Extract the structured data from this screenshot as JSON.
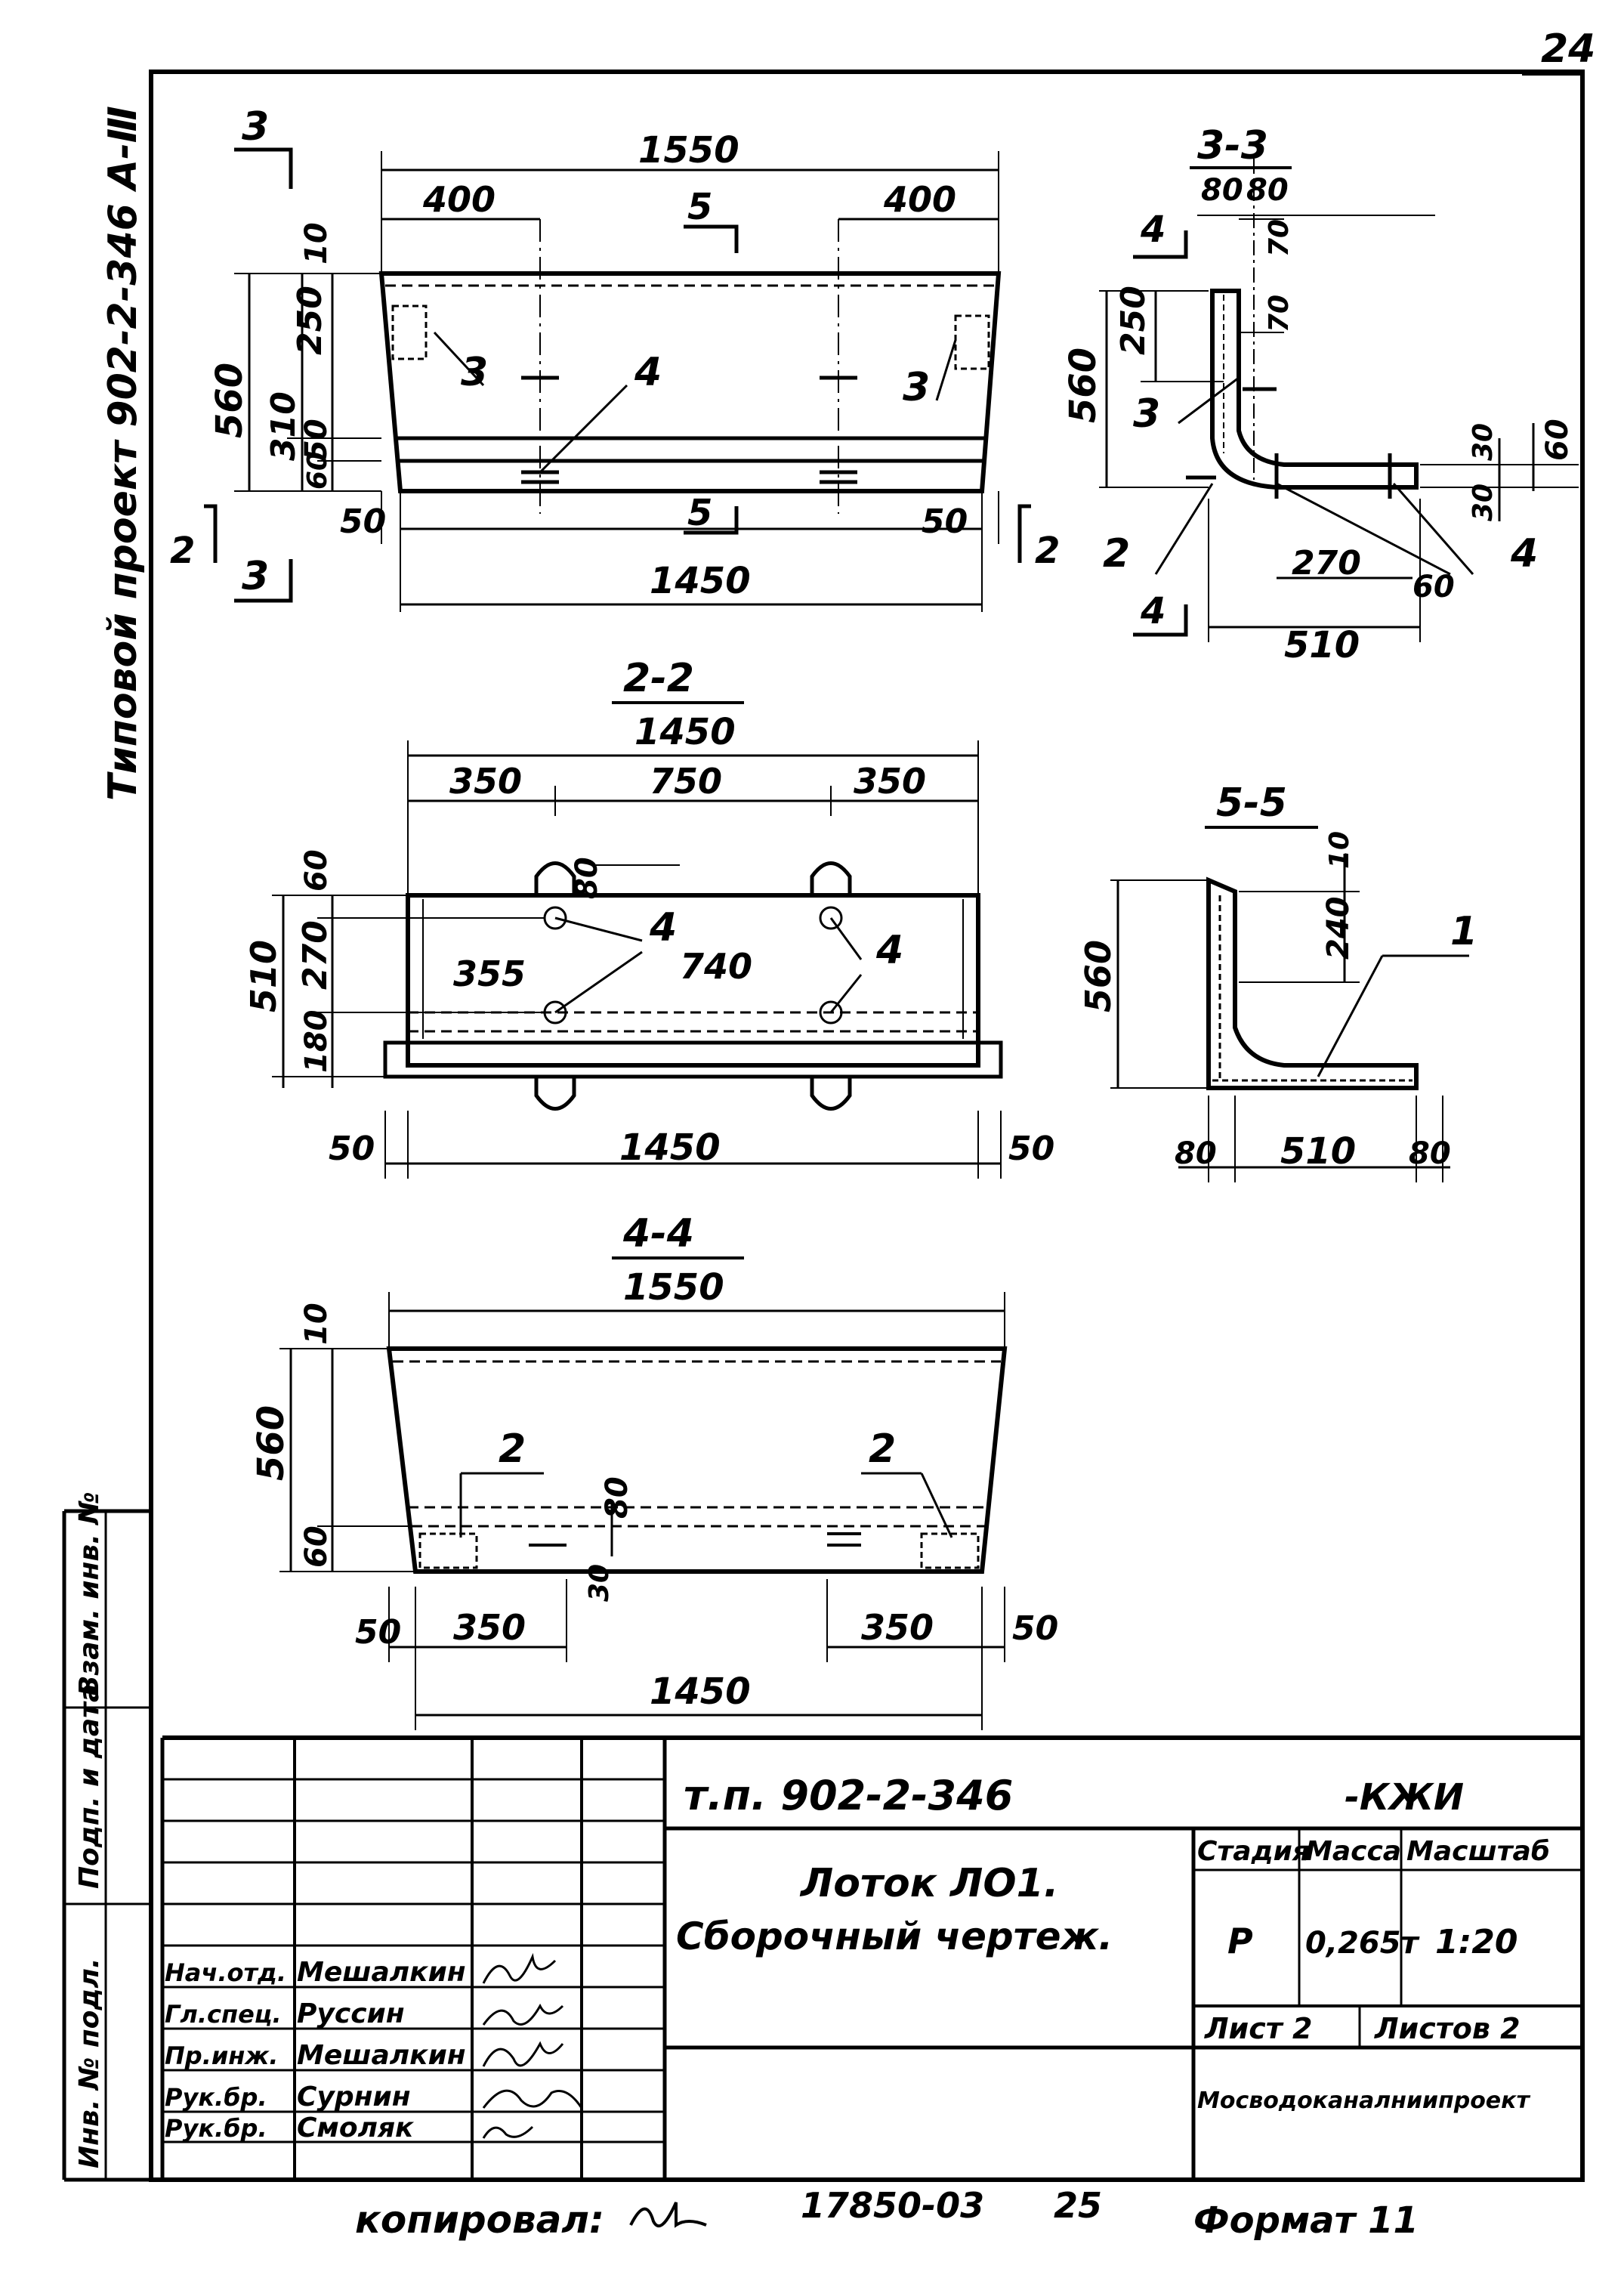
{
  "page_number": "24",
  "side_title": "Типовой проект 902-2-346 А-Ⅲ",
  "views": {
    "plan": {
      "dims_top": [
        "1550",
        "400",
        "400"
      ],
      "dims_bottom": [
        "1450",
        "50",
        "50"
      ],
      "dims_left": [
        "10",
        "250",
        "560",
        "310",
        "50",
        "60"
      ],
      "labels": [
        "3",
        "4",
        "3"
      ],
      "section_marks": [
        "3",
        "3",
        "5",
        "5",
        "2",
        "2"
      ]
    },
    "section_3_3": {
      "title": "3-3",
      "dims": [
        "80",
        "80",
        "70",
        "70",
        "250",
        "560",
        "30",
        "60",
        "30",
        "270",
        "60",
        "510"
      ],
      "labels": [
        "3",
        "2",
        "4"
      ],
      "section_marks": [
        "4",
        "4"
      ]
    },
    "section_2_2": {
      "title": "2-2",
      "dims": [
        "1450",
        "350",
        "750",
        "350",
        "60",
        "80",
        "510",
        "270",
        "180",
        "355",
        "740",
        "50",
        "1450",
        "50"
      ],
      "labels": [
        "4",
        "4"
      ]
    },
    "section_5_5": {
      "title": "5-5",
      "dims": [
        "10",
        "240",
        "560",
        "80",
        "510",
        "80"
      ],
      "labels": [
        "1"
      ]
    },
    "section_4_4": {
      "title": "4-4",
      "dims": [
        "1550",
        "10",
        "560",
        "60",
        "80",
        "30",
        "50",
        "350",
        "350",
        "50",
        "1450"
      ],
      "labels": [
        "2",
        "2"
      ]
    }
  },
  "stamp": {
    "side_cells": [
      "Взам. инв. №",
      "Подп. и дата",
      "Инв. № подл."
    ],
    "project_code": "т.п. 902-2-346",
    "doc_code": "-КЖИ",
    "title_line1": "Лоток ЛО1.",
    "title_line2": "Сборочный чертеж.",
    "stage_label": "Стадия",
    "mass_label": "Масса",
    "scale_label": "Масштаб",
    "stage_value": "Р",
    "mass_value": "0,265т",
    "scale_value": "1:20",
    "sheet_label": "Лист 2",
    "sheets_label": "Листов 2",
    "organization": "Мосводоканалниипроект",
    "roles": [
      {
        "role": "Нач.отд.",
        "name": "Мешалкин"
      },
      {
        "role": "Гл.спец.",
        "name": "Руссин"
      },
      {
        "role": "Пр.инж.",
        "name": "Мешалкин"
      },
      {
        "role": "Рук.бр.",
        "name": "Сурнин"
      },
      {
        "role": "Рук.бр.",
        "name": "Смоляк"
      }
    ]
  },
  "footer": {
    "copied": "копировал:",
    "number": "17850-03",
    "page": "25",
    "format": "Формат 11"
  }
}
